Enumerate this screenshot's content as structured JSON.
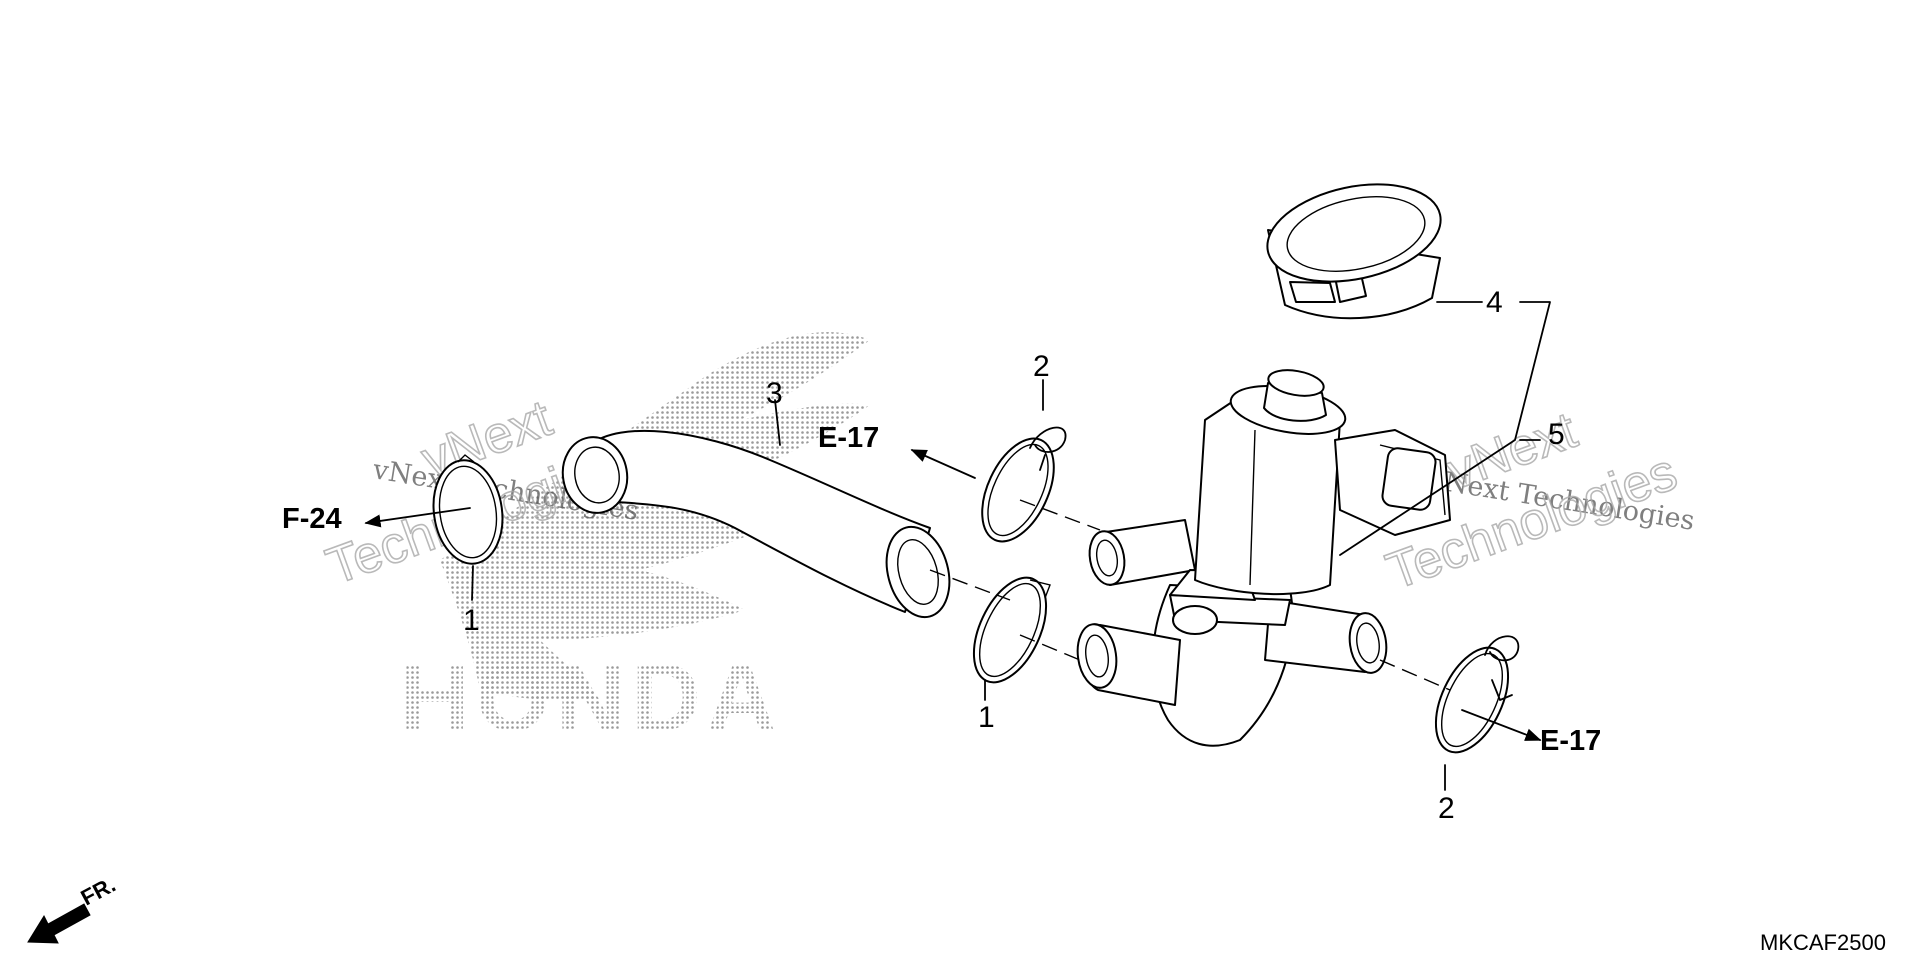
{
  "diagram": {
    "callouts": {
      "c1_left": "1",
      "c1_center": "1",
      "c2_top": "2",
      "c2_bottom": "2",
      "c3": "3",
      "c4": "4",
      "c5": "5"
    },
    "references": {
      "f24": "F-24",
      "e17_top": "E-17",
      "e17_bottom": "E-17"
    },
    "diagram_code": "MKCAF2500",
    "front_marker": "FR.",
    "logo_text": "HONDA",
    "watermarks": {
      "small_1": "vNext Technologies",
      "small_2": "vNext Technologies",
      "big_1a": "vNext",
      "big_1b": "Technologies",
      "big_2a": "vNext",
      "big_2b": "Technologies"
    }
  }
}
